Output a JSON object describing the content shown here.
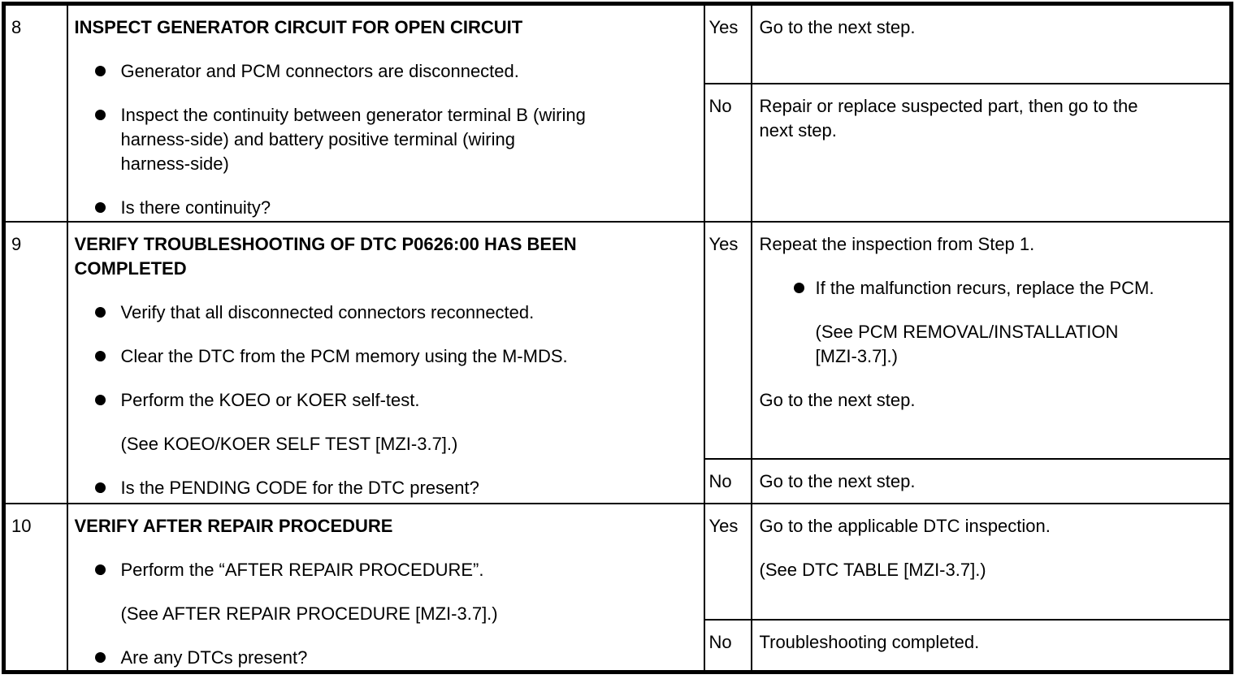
{
  "colors": {
    "background": "#ffffff",
    "text": "#000000",
    "border": "#000000"
  },
  "table": {
    "rows": [
      {
        "step": "8",
        "action": {
          "title": "INSPECT GENERATOR CIRCUIT FOR OPEN CIRCUIT",
          "items": [
            {
              "style": "bullet",
              "text": "Generator and PCM connectors are disconnected."
            },
            {
              "style": "bullet",
              "text": "Inspect the continuity between generator terminal B (wiring\nharness-side) and battery positive terminal (wiring\nharness-side)"
            },
            {
              "style": "bullet",
              "text": "Is there continuity?"
            }
          ]
        },
        "yes": {
          "label": "Yes",
          "items": [
            {
              "style": "plain",
              "text": "Go to the next step."
            }
          ]
        },
        "no": {
          "label": "No",
          "items": [
            {
              "style": "plain",
              "text": "Repair or replace suspected part, then go to the\nnext step."
            }
          ]
        }
      },
      {
        "step": "9",
        "action": {
          "title": "VERIFY TROUBLESHOOTING OF DTC P0626:00 HAS BEEN\nCOMPLETED",
          "items": [
            {
              "style": "bullet",
              "text": "Verify that all disconnected connectors reconnected."
            },
            {
              "style": "bullet",
              "text": "Clear the DTC from the PCM memory using the M-MDS."
            },
            {
              "style": "bullet",
              "text": "Perform the KOEO or KOER self-test."
            },
            {
              "style": "note",
              "text": "(See KOEO/KOER SELF TEST [MZI-3.7].)"
            },
            {
              "style": "bullet",
              "text": "Is the PENDING CODE for the DTC present?"
            }
          ]
        },
        "yes": {
          "label": "Yes",
          "items": [
            {
              "style": "plain",
              "text": "Repeat the inspection from Step 1."
            },
            {
              "style": "bullet",
              "text": "If the malfunction recurs, replace the PCM."
            },
            {
              "style": "note",
              "text": "(See PCM REMOVAL/INSTALLATION\n[MZI-3.7].)"
            },
            {
              "style": "plain",
              "text": "Go to the next step."
            }
          ]
        },
        "no": {
          "label": "No",
          "items": [
            {
              "style": "plain",
              "text": "Go to the next step."
            }
          ]
        }
      },
      {
        "step": "10",
        "action": {
          "title": "VERIFY AFTER REPAIR PROCEDURE",
          "items": [
            {
              "style": "bullet",
              "text": "Perform the “AFTER REPAIR PROCEDURE”."
            },
            {
              "style": "note",
              "text": "(See AFTER REPAIR PROCEDURE [MZI-3.7].)"
            },
            {
              "style": "bullet",
              "text": "Are any DTCs present?"
            }
          ]
        },
        "yes": {
          "label": "Yes",
          "items": [
            {
              "style": "plain",
              "text": "Go to the applicable DTC inspection."
            },
            {
              "style": "plain",
              "text": "(See DTC TABLE [MZI-3.7].)"
            }
          ]
        },
        "no": {
          "label": "No",
          "items": [
            {
              "style": "plain",
              "text": "Troubleshooting completed."
            }
          ]
        }
      }
    ]
  }
}
